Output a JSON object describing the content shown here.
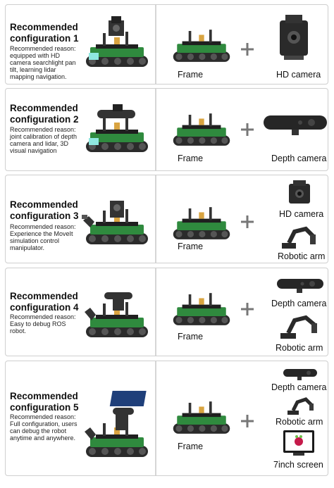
{
  "common": {
    "frame_label": "Frame",
    "reason_prefix": "Recommended reason:"
  },
  "configs": [
    {
      "title_line1": "Recommended",
      "title_line2": "configuration 1",
      "reason": "equipped with HD camera searchlight pan tilt, learning lidar mapping navigation.",
      "accessories": [
        "HD camera"
      ]
    },
    {
      "title_line1": "Recommended",
      "title_line2": "configuration 2",
      "reason": "joint calibration of depth camera and lidar, 3D visual navigation",
      "accessories": [
        "Depth camera"
      ]
    },
    {
      "title_line1": "Recommended",
      "title_line2": "configuration 3",
      "reason": "Experience the MoveIt simulation control manipulator.",
      "accessories": [
        "HD camera",
        "Robotic arm"
      ]
    },
    {
      "title_line1": "Recommended",
      "title_line2": "configuration 4",
      "reason": "Easy to debug ROS robot.",
      "accessories": [
        "Depth camera",
        "Robotic arm"
      ]
    },
    {
      "title_line1": "Recommended",
      "title_line2": "configuration 5",
      "reason": "Full configuration, users can debug the robot anytime and anywhere.",
      "accessories": [
        "Depth camera",
        "Robotic arm",
        "7inch screen"
      ]
    }
  ],
  "colors": {
    "chassis_green": "#2f8a3e",
    "track_dark": "#2b2b2b",
    "plus_gray": "#777777",
    "border": "#cfcfcf"
  }
}
